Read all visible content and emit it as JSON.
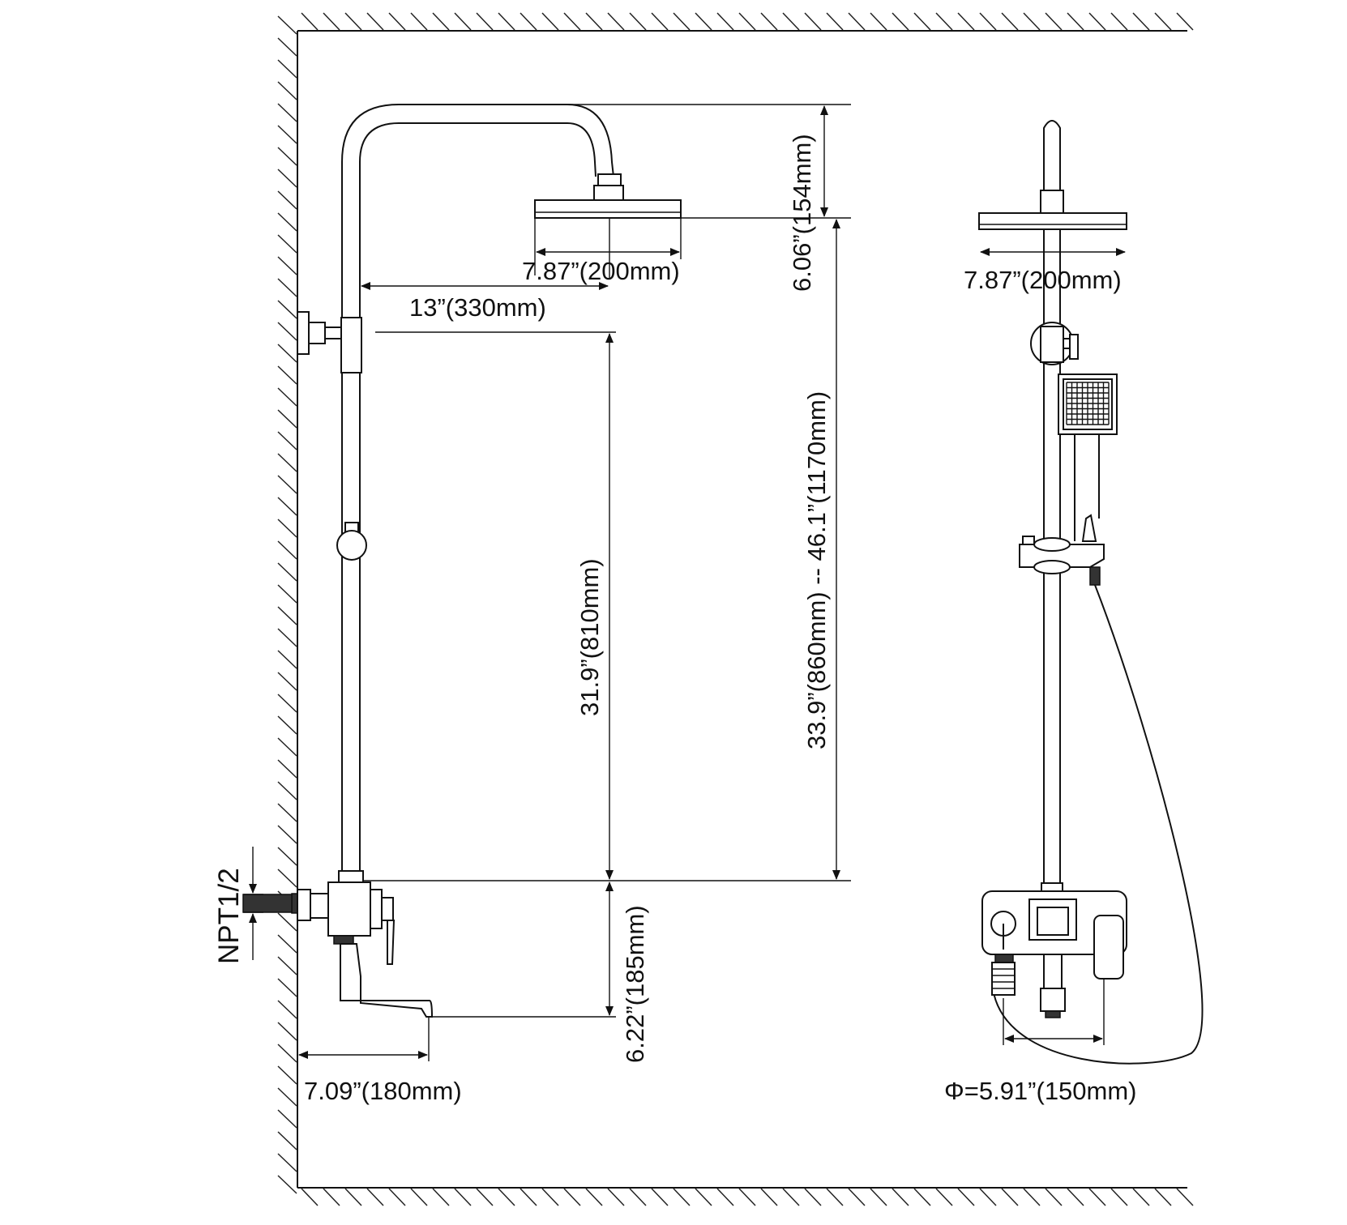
{
  "side_view": {
    "head_width": "7.87”(200mm)",
    "arm_reach": "13”(330mm)",
    "arm_height": "6.06”(154mm)",
    "bar_height": "31.9”(810mm)",
    "adjustable_height": "33.9”(860mm) -- 46.1”(1170mm)",
    "spout_drop": "6.22”(185mm)",
    "spout_reach": "7.09”(180mm)",
    "inlet": "NPT1/2"
  },
  "front_view": {
    "head_width": "7.87”(200mm)",
    "inlet_spacing": "Φ=5.91”(150mm)"
  }
}
